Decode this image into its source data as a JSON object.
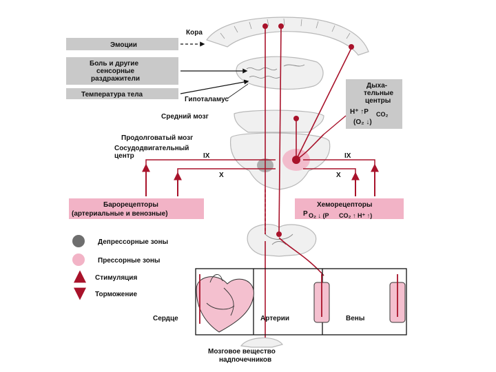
{
  "labels": {
    "kora": "Кора",
    "emotsii": "Эмоции",
    "bol_line1": "Боль и другие",
    "bol_line2": "сенсорные",
    "bol_line3": "раздражители",
    "temperatura": "Температура тела",
    "gipotalamus": "Гипоталамус",
    "dykhatelnye_line1": "Дыха-",
    "dykhatelnye_line2": "тельные",
    "dykhatelnye_line3": "центры",
    "chemo_h": "H⁺ ↑P",
    "chemo_co2": "CO₂",
    "chemo_o2": "(O₂ ↓)",
    "sredniy_mozg": "Средний мозг",
    "prodolgovaty_mozg": "Продолговатый мозг",
    "sosudodvigatelny_line1": "Сосудодвигательный",
    "sosudodvigatelny_line2": "центр",
    "nerve_ix_left": "IX",
    "nerve_ix_right": "IX",
    "nerve_x_left": "X",
    "nerve_x_right": "X",
    "baroreceptory_line1": "Барорецепторы",
    "baroreceptory_line2": "(артериальные и венозные)",
    "chemoreceptory_line1": "Хеморецепторы",
    "chemoreceptory_line2": "P",
    "chemoreceptory_line2b": "O₂ ↓ (P",
    "chemoreceptory_line2c": "CO₂ ↑ H⁺ ↑)",
    "serdtse": "Сердце",
    "arterii": "Артерии",
    "veny": "Вены",
    "mozgovoe_line1": "Мозговое вещество",
    "mozgovoe_line2": "надпочечников"
  },
  "legend": {
    "depressor": "Депрессорные зоны",
    "pressor": "Прессорные зоны",
    "stimulation": "Стимуляция",
    "inhibition": "Торможение"
  },
  "colors": {
    "pathway_red": "#a8122a",
    "pressor_pink": "#f2b3c6",
    "depressor_gray": "#6e6e6e",
    "label_box_gray": "#c9c9c9"
  }
}
